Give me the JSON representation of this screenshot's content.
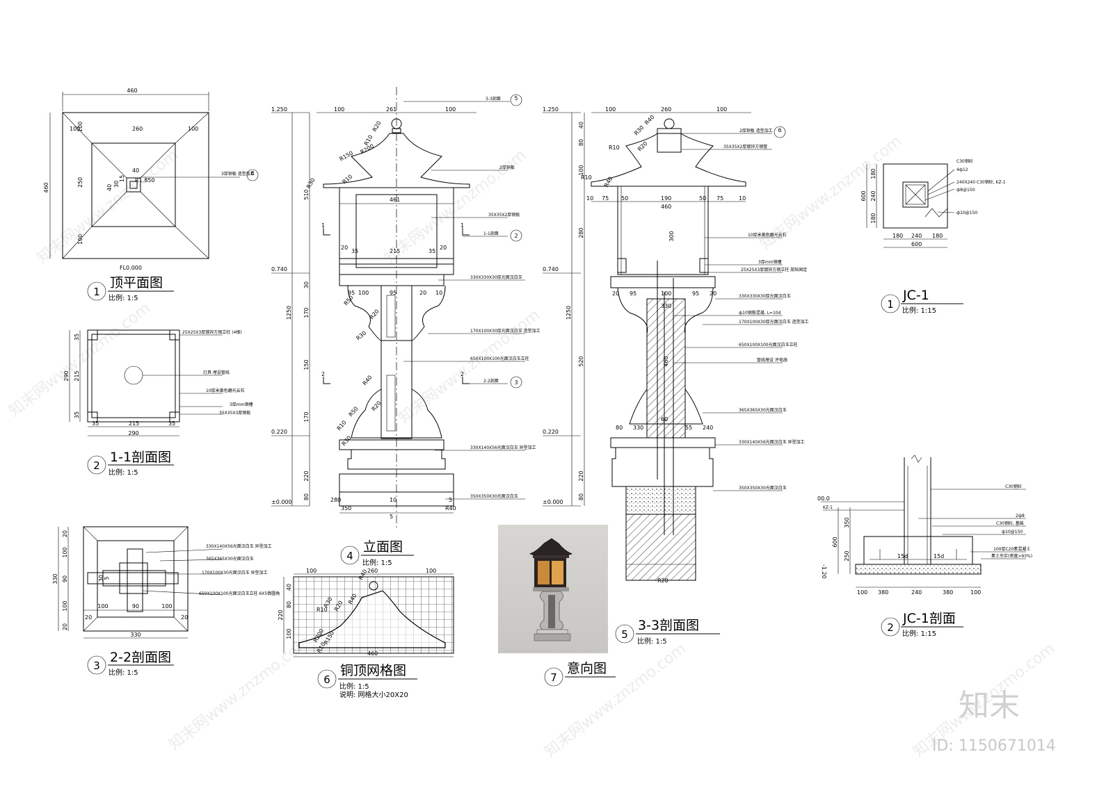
{
  "drawings": {
    "top_plan": {
      "num": "1",
      "title": "顶平面图",
      "scale": "比例: 1:5",
      "dims": [
        "460",
        "100",
        "260",
        "100",
        "100",
        "250",
        "100",
        "40",
        "40",
        "30",
        "5",
        "15",
        "R1.850"
      ],
      "elev": "FL0.000",
      "note": "3厚铜板 造型加工",
      "ref": "6"
    },
    "section_11": {
      "num": "2",
      "title": "1-1剖面图",
      "scale": "比例: 1:5",
      "dims": [
        "35",
        "215",
        "35",
        "290",
        "290",
        "35",
        "215",
        "35"
      ],
      "notes": [
        "25X25X3厚镀锌方钢立柱 (4根)",
        "灯具  埋设管线",
        "10厚米黄色磨光云石",
        "3厚mm钢槽",
        "35X35X3厚钢板"
      ]
    },
    "section_22": {
      "num": "3",
      "title": "2-2剖面图",
      "scale": "比例: 1:5",
      "dims": [
        "20",
        "100",
        "90",
        "100",
        "20",
        "330",
        "100",
        "90",
        "100",
        "20",
        "20",
        "330",
        "5",
        "30",
        "5",
        "30",
        "20"
      ],
      "notes": [
        "330X140X56光面汉白玉 异型加工",
        "365X365X30光面汉白玉",
        "170X100X30光面汉白玉 异型加工",
        "650X100X100光面汉白玉立柱 6X5倒圆角"
      ]
    },
    "elevation": {
      "num": "4",
      "title": "立面图",
      "scale": "比例: 1:5",
      "levels": [
        "1.250",
        "0.740",
        "0.220",
        "±0.000"
      ],
      "dims": [
        "100",
        "261",
        "100",
        "461",
        "510",
        "1250",
        "170",
        "150",
        "170",
        "220",
        "80",
        "30",
        "20",
        "35",
        "215",
        "35",
        "20",
        "95",
        "100",
        "95",
        "20",
        "10",
        "280",
        "10",
        "5",
        "350",
        "5",
        "R40",
        "R20",
        "R10",
        "R200",
        "R150",
        "R10",
        "R30",
        "R50",
        "R20",
        "R30",
        "R40",
        "R50",
        "R20",
        "R10",
        "R30"
      ],
      "notes": [
        "3-3剖面",
        "2厚铜板",
        "35X35X2厚钢板",
        "1-1剖面",
        "330X330X30厚光面汉白玉",
        "170X100X30厚光面汉白玉 造型加工",
        "650X100X100光面汉白玉立柱",
        "2-2剖面",
        "330X140X56光面汉白玉 异型加工",
        "350X350X30光面汉白玉"
      ],
      "refs": [
        "5",
        "2",
        "3"
      ]
    },
    "section_33": {
      "num": "5",
      "title": "3-3剖面图",
      "scale": "比例: 1:5",
      "levels": [
        "1.250",
        "0.740",
        "0.220",
        "±0.000"
      ],
      "dims": [
        "100",
        "260",
        "100",
        "40",
        "80",
        "100",
        "10",
        "75",
        "50",
        "190",
        "50",
        "75",
        "10",
        "460",
        "280",
        "300",
        "1250",
        "520",
        "460",
        "220",
        "80",
        "20",
        "95",
        "100",
        "95",
        "20",
        "330",
        "55",
        "80",
        "330",
        "60",
        "55",
        "240",
        "R20",
        "R10",
        "R40",
        "R30",
        "R20",
        "R10"
      ],
      "notes": [
        "2厚铜板 造型加工",
        "35X35X2厚镀锌方钢管",
        "10厚米黄色磨光云石",
        "3厚mm钢槽",
        "25X25X3厚镀锌方钢立柱 胶贴固定",
        "330X330X30厚光面汉白玉",
        "ф10钢筋混凝, L=10d",
        "170X100X30厚光面汉白玉 造型加工",
        "650X100X100光面汉白玉立柱",
        "管线埋设 评电施",
        "365X365X30光面汉白玉",
        "330X140X56光面汉白玉 异型加工",
        "350X350X30光面汉白玉"
      ],
      "ref": "6"
    },
    "copper_grid": {
      "num": "6",
      "title": "铜顶网格图",
      "scale": "比例: 1:5",
      "remark": "说明: 网格大小20X20",
      "dims": [
        "100",
        "260",
        "100",
        "460",
        "220",
        "40",
        "80",
        "100",
        "R10",
        "R10",
        "R30",
        "R20",
        "R40",
        "R200",
        "R150",
        "R10"
      ]
    },
    "render": {
      "num": "7",
      "title": "意向图"
    },
    "jc1": {
      "num": "1",
      "title": "JC-1",
      "scale": "比例: 1:15",
      "dims": [
        "180",
        "240",
        "180",
        "600",
        "180",
        "240",
        "180",
        "600"
      ],
      "notes": [
        "C30钢砼",
        "4ф12",
        "240X240 C30钢砼, KZ-1",
        "ф8@150",
        "ф10@150"
      ]
    },
    "jc1_section": {
      "num": "2",
      "title": "JC-1剖面",
      "scale": "比例: 1:15",
      "levels": [
        "00.0",
        "-1.20"
      ],
      "dims": [
        "350",
        "600",
        "250",
        "15d",
        "15d",
        "100",
        "380",
        "240",
        "380",
        "100"
      ],
      "notes": [
        "C30钢砼",
        "KZ-1",
        "2ф8",
        "C30钢砼, 基础",
        "ф10@150",
        "100厚C20素混凝土",
        "素土夯实(密度>93%)"
      ]
    }
  },
  "watermarks": [
    "知末网www.znzmo.com"
  ],
  "brand": "知末",
  "id_label": "ID: 1150671014"
}
